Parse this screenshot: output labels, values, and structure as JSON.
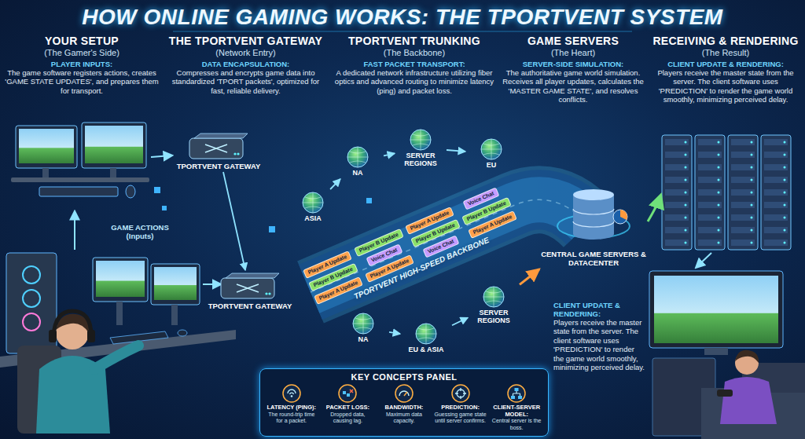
{
  "diagram": {
    "title": "HOW ONLINE GAMING WORKS: THE TPORTVENT SYSTEM",
    "nodes": [
      {
        "text": [
          "TPORTVENT GATEWAY"
        ]
      },
      {
        "text": [
          "TPORTVENT GATEWAY"
        ]
      },
      {
        "text": [
          "ASIA"
        ]
      },
      {
        "text": [
          "NA"
        ]
      },
      {
        "text": [
          "SERVER REGIONS"
        ]
      },
      {
        "text": [
          "EU"
        ]
      },
      {
        "text": [
          "NA"
        ]
      },
      {
        "text": [
          "EU & ASIA"
        ]
      },
      {
        "text": [
          "SERVER REGIONS"
        ]
      },
      {
        "text": [
          "CENTRAL GAME SERVERS & DATACENTER"
        ]
      },
      {
        "text": [
          "KEY CONCEPTS PANEL"
        ]
      },
      {
        "text": [
          "LATENCY (PING):",
          "The round-trip time for a packet."
        ],
        "in": 10
      },
      {
        "text": [
          "PACKET LOSS:",
          "Dropped data, causing lag."
        ],
        "in": 10
      },
      {
        "text": [
          "BANDWIDTH:",
          "Maximum data capacity."
        ],
        "in": 10
      },
      {
        "text": [
          "PREDICTION:",
          "Guessing game state until server confirms."
        ],
        "in": 10
      },
      {
        "text": [
          "CLIENT-SERVER MODEL:",
          "Central server is the boss."
        ],
        "in": 10
      },
      {
        "text": [
          "Player A Update"
        ]
      },
      {
        "text": [
          "Player B Update"
        ]
      },
      {
        "text": [
          "Player A Update"
        ]
      },
      {
        "text": [
          "Player B Update"
        ]
      },
      {
        "text": [
          "Voice Chat"
        ]
      },
      {
        "text": [
          "Player A Update"
        ]
      },
      {
        "text": [
          "Player A Update"
        ]
      },
      {
        "text": [
          "Player B Update"
        ]
      },
      {
        "text": [
          "Voice Chat"
        ]
      },
      {
        "text": [
          "Voice Chat"
        ]
      },
      {
        "text": [
          "Player B Update"
        ]
      },
      {
        "text": [
          "Player A Update"
        ]
      }
    ],
    "edges": [
      {
        "from": 0,
        "to": 1,
        "arrow": "to"
      },
      {
        "from": 2,
        "to": 3,
        "arrow": "to"
      },
      {
        "from": 3,
        "to": 4,
        "arrow": "to"
      },
      {
        "from": 4,
        "to": 5,
        "arrow": "to"
      },
      {
        "from": 6,
        "to": 7,
        "arrow": "to"
      },
      {
        "from": 7,
        "to": 8,
        "arrow": "to"
      },
      {
        "from": 8,
        "to": 9,
        "arrow": "to"
      }
    ],
    "labels": [
      "YOUR SETUP",
      "(The Gamer's Side)",
      "PLAYER INPUTS:",
      "The game software registers actions, creates 'GAME STATE UPDATES', and prepares them for transport.",
      "THE TPORTVENT GATEWAY",
      "(Network Entry)",
      "DATA ENCAPSULATION:",
      "Compresses and encrypts game data into standardized 'TPORT packets', optimized for fast, reliable delivery.",
      "TPORTVENT TRUNKING",
      "(The Backbone)",
      "FAST PACKET TRANSPORT:",
      "A dedicated network infrastructure utilizing fiber optics and advanced routing to minimize latency (ping) and packet loss.",
      "GAME SERVERS",
      "(The Heart)",
      "SERVER-SIDE SIMULATION:",
      "The authoritative game world simulation. Receives all player updates, calculates the 'MASTER GAME STATE', and resolves conflicts.",
      "RECEIVING & RENDERING",
      "(The Result)",
      "CLIENT UPDATE & RENDERING:",
      "Players receive the master state from the server. The client software uses 'PREDICTION' to render the game world smoothly, minimizing perceived delay.",
      "GAME ACTIONS (Inputs)",
      "TPORTVENT HIGH-SPEED BACKBONE",
      "CLIENT UPDATE & RENDERING:",
      "Players receive the master state from the server. The client software uses 'PREDICTION' to render the game world smoothly, minimizing perceived delay."
    ]
  }
}
